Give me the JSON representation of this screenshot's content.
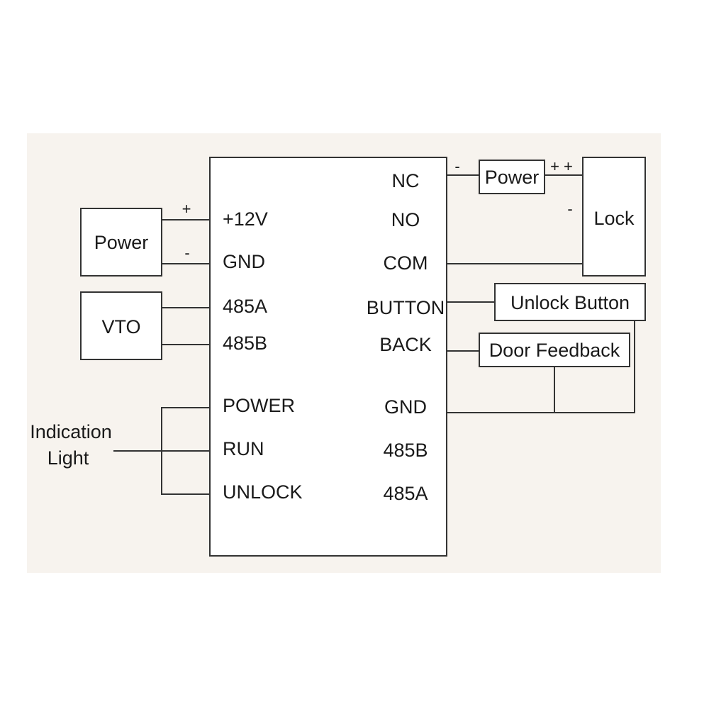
{
  "colors": {
    "panel_background": "#f7f3ee",
    "line": "#333333",
    "box_fill": "#ffffff"
  },
  "controller": {
    "left_pins": [
      "+12V",
      "GND",
      "485A",
      "485B",
      "POWER",
      "RUN",
      "UNLOCK"
    ],
    "right_pins": [
      "NC",
      "NO",
      "COM",
      "BUTTON",
      "BACK",
      "GND",
      "485B",
      "485A"
    ]
  },
  "devices": {
    "power_left": "Power",
    "vto": "VTO",
    "indication_light": [
      "Indication",
      "Light"
    ],
    "power_right": "Power",
    "lock": "Lock",
    "unlock_button": "Unlock Button",
    "door_feedback": "Door Feedback"
  },
  "signs": {
    "power_left_plus": "+",
    "power_left_minus": "-",
    "nc_minus": "-",
    "power_right_plus": "+ +",
    "lock_minus": "-"
  }
}
